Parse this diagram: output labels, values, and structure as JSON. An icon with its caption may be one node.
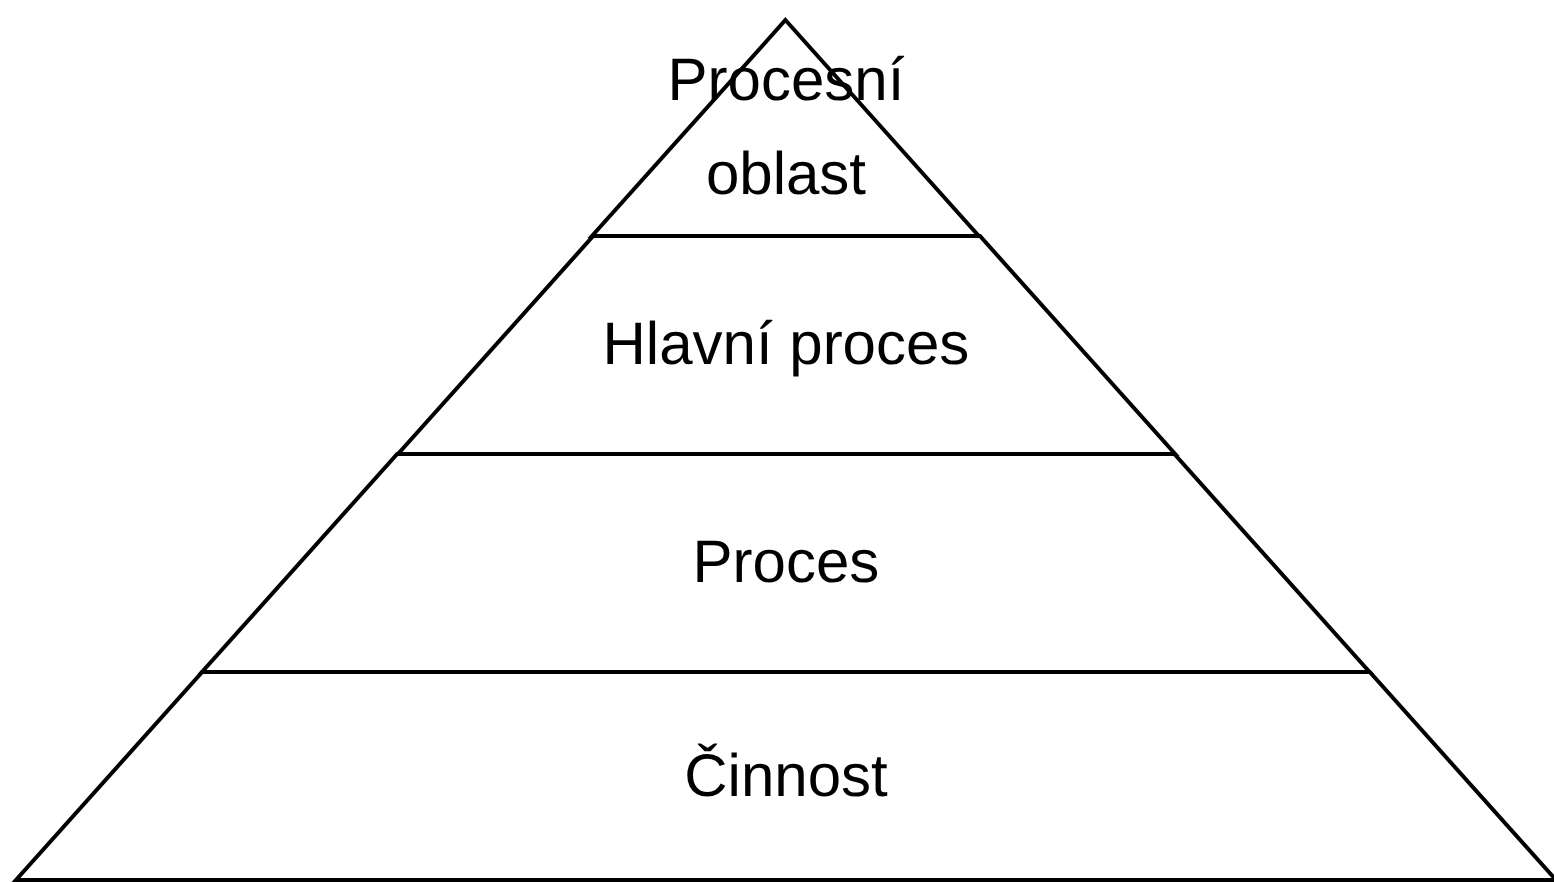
{
  "diagram": {
    "nodes": [
      {
        "text": [
          "Procesní oblast"
        ]
      },
      {
        "text": [
          "Hlavní proces"
        ]
      },
      {
        "text": [
          "Proces"
        ]
      },
      {
        "text": [
          "Činnost"
        ]
      }
    ]
  }
}
